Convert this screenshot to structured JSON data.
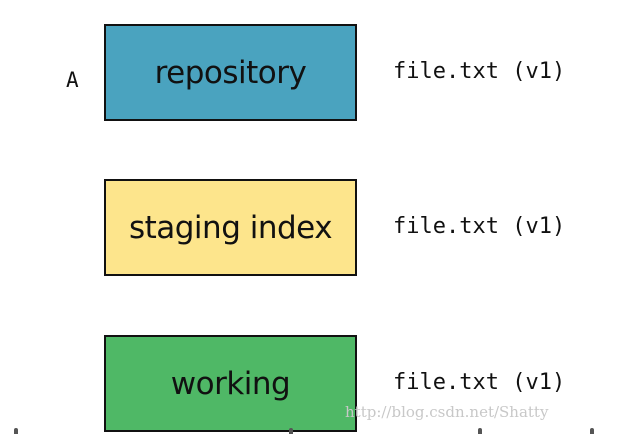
{
  "marker": "A",
  "stages": [
    {
      "label": "repository",
      "file": "file.txt (v1)",
      "color": "#4aa3bf"
    },
    {
      "label": "staging index",
      "file": "file.txt (v1)",
      "color": "#fde58c"
    },
    {
      "label": "working",
      "file": "file.txt (v1)",
      "color": "#4fb866"
    }
  ],
  "watermark": "http://blog.csdn.net/Shatty"
}
